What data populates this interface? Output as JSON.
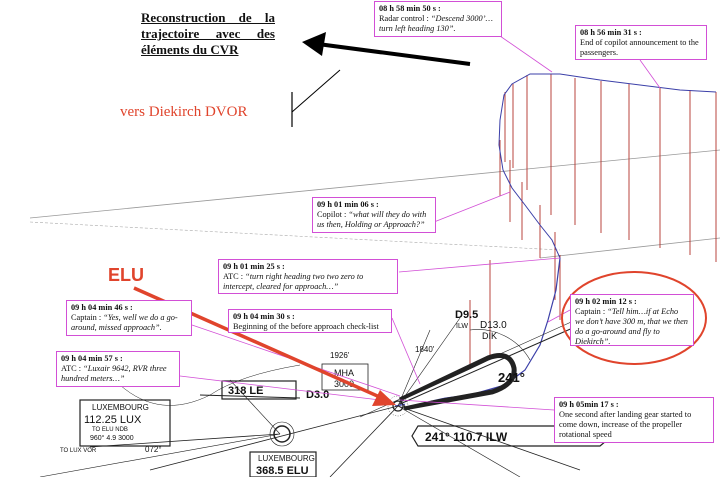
{
  "title": "Reconstruction de la trajectoire avec des éléments du CVR",
  "direction_label": "vers Diekirch DVOR",
  "elu_label": "ELU",
  "events": [
    {
      "id": "e1",
      "time": "08 h 58 min 50 s :",
      "speaker": "Radar control :",
      "quote": "“Descend 3000’… turn left heading 130”."
    },
    {
      "id": "e2",
      "time": "08 h 56 min 31 s :",
      "speaker": "",
      "quote": "End of copilot announcement to the passengers."
    },
    {
      "id": "e3",
      "time": "09 h 01 min 06 s :",
      "speaker": "Copilot :",
      "quote": "“what will they do with us then, Holding or Approach?”"
    },
    {
      "id": "e4",
      "time": "09 h 01 min 25 s :",
      "speaker": "ATC :",
      "quote": "“turn right heading two two zero to intercept, cleared for approach…”"
    },
    {
      "id": "e5",
      "time": "09 h 02 min 12 s :",
      "speaker": "Captain :",
      "quote": "“Tell him…if at Echo we don’t have 300 m, that we then do a go-around and fly to Diekirch”."
    },
    {
      "id": "e6",
      "time": "09 h 04 min 46 s :",
      "speaker": "Captain :",
      "quote": "“Yes, well we do a go-around, missed approach”."
    },
    {
      "id": "e7",
      "time": "09 h 04 min 30 s :",
      "speaker": "",
      "quote": "Beginning of the before approach check-list"
    },
    {
      "id": "e8",
      "time": "09 h 04 min 57 s :",
      "speaker": "ATC :",
      "quote": "“Luxair 9642, RVR three hundred meters…”"
    },
    {
      "id": "e9",
      "time": "09 h 05min 17 s :",
      "speaker": "",
      "quote": "One second after landing gear started to come down, increase of the propeller rotational speed"
    }
  ],
  "map_labels": {
    "lux_box_title": "LUXEMBOURG",
    "lux_freq": "112.25 LUX",
    "lux_ndb": "318 LE",
    "lux_dist": "960° 4.9 3000",
    "elu_box_title": "LUXEMBOURG",
    "elu_freq": "368.5 ELU",
    "ils": "241° 110.7 ILW",
    "d3": "D3.0",
    "d95": "D9.5",
    "d13": "D13.0",
    "dik": "DIK",
    "mha": "MHA",
    "mha_alt": "3000",
    "alt1": "1926'",
    "alt2": "1840'",
    "to_elu": "TO ELU NDB",
    "to_lux": "TO LUX VOR",
    "hdg": "072°",
    "gs": "241°",
    "ilw": "ILW"
  },
  "colors": {
    "callout": "#d24fd6",
    "accent": "#e0442c",
    "track": "#3b3fa8",
    "drop": "#b3302a"
  }
}
